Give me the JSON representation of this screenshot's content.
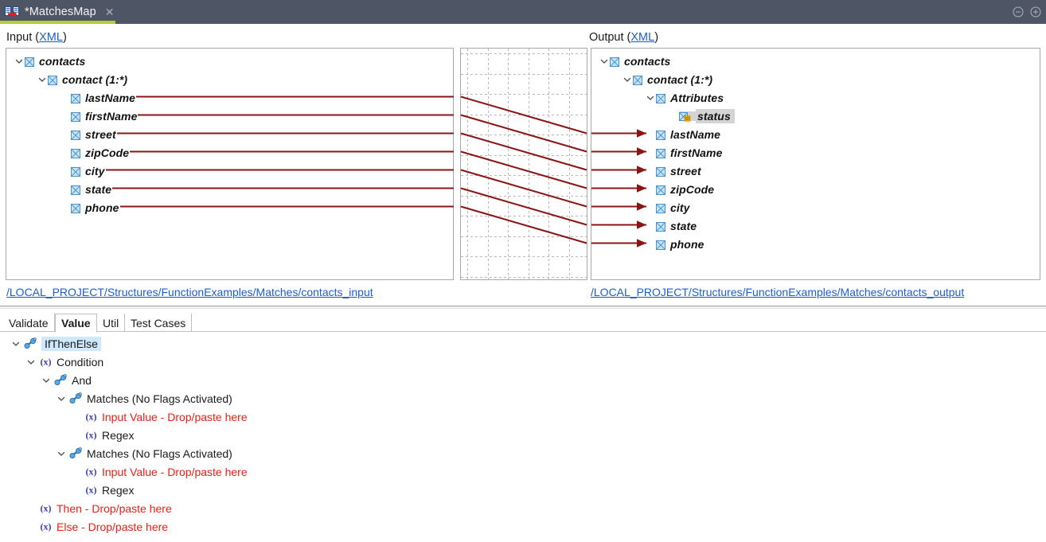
{
  "window": {
    "tab_title": "*MatchesMap",
    "tab_icon": "map-structures-icon",
    "close_label": "✕",
    "minimize_icon": "minimize-circle-icon",
    "maximize_icon": "maximize-circle-icon",
    "accent_color": "#b5cc32",
    "titlebar_color": "#4e5564"
  },
  "panels": {
    "input": {
      "header_prefix": "Input (",
      "header_link": "XML",
      "header_suffix": ")",
      "path": "/LOCAL_PROJECT/Structures/FunctionExamples/Matches/contacts_input",
      "nodes": [
        {
          "label": "contacts",
          "depth": 0,
          "expandable": true,
          "expanded": true,
          "icon": "element-icon",
          "wire": false
        },
        {
          "label": "contact (1:*)",
          "depth": 1,
          "expandable": true,
          "expanded": true,
          "icon": "element-icon",
          "wire": false
        },
        {
          "label": "lastName",
          "depth": 2,
          "expandable": false,
          "expanded": false,
          "icon": "element-icon",
          "wire": true
        },
        {
          "label": "firstName",
          "depth": 2,
          "expandable": false,
          "expanded": false,
          "icon": "element-icon",
          "wire": true
        },
        {
          "label": "street",
          "depth": 2,
          "expandable": false,
          "expanded": false,
          "icon": "element-icon",
          "wire": true
        },
        {
          "label": "zipCode",
          "depth": 2,
          "expandable": false,
          "expanded": false,
          "icon": "element-icon",
          "wire": true
        },
        {
          "label": "city",
          "depth": 2,
          "expandable": false,
          "expanded": false,
          "icon": "element-icon",
          "wire": true
        },
        {
          "label": "state",
          "depth": 2,
          "expandable": false,
          "expanded": false,
          "icon": "element-icon",
          "wire": true
        },
        {
          "label": "phone",
          "depth": 2,
          "expandable": false,
          "expanded": false,
          "icon": "element-icon",
          "wire": true
        }
      ]
    },
    "output": {
      "header_prefix": "Output (",
      "header_link": "XML",
      "header_suffix": ")",
      "path": "/LOCAL_PROJECT/Structures/FunctionExamples/Matches/contacts_output",
      "nodes": [
        {
          "label": "contacts",
          "depth": 0,
          "expandable": true,
          "expanded": true,
          "icon": "element-icon",
          "wire": false,
          "selected": false
        },
        {
          "label": "contact (1:*)",
          "depth": 1,
          "expandable": true,
          "expanded": true,
          "icon": "element-icon",
          "wire": false,
          "selected": false
        },
        {
          "label": "Attributes",
          "depth": 2,
          "expandable": true,
          "expanded": true,
          "icon": "element-icon",
          "wire": false,
          "selected": false
        },
        {
          "label": "status",
          "depth": 3,
          "expandable": false,
          "expanded": false,
          "icon": "attribute-icon",
          "wire": false,
          "selected": true
        },
        {
          "label": "lastName",
          "depth": 2,
          "expandable": false,
          "expanded": false,
          "icon": "element-icon",
          "wire": true,
          "selected": false
        },
        {
          "label": "firstName",
          "depth": 2,
          "expandable": false,
          "expanded": false,
          "icon": "element-icon",
          "wire": true,
          "selected": false
        },
        {
          "label": "street",
          "depth": 2,
          "expandable": false,
          "expanded": false,
          "icon": "element-icon",
          "wire": true,
          "selected": false
        },
        {
          "label": "zipCode",
          "depth": 2,
          "expandable": false,
          "expanded": false,
          "icon": "element-icon",
          "wire": true,
          "selected": false
        },
        {
          "label": "city",
          "depth": 2,
          "expandable": false,
          "expanded": false,
          "icon": "element-icon",
          "wire": true,
          "selected": false
        },
        {
          "label": "state",
          "depth": 2,
          "expandable": false,
          "expanded": false,
          "icon": "element-icon",
          "wire": true,
          "selected": false
        },
        {
          "label": "phone",
          "depth": 2,
          "expandable": false,
          "expanded": false,
          "icon": "element-icon",
          "wire": true,
          "selected": false
        }
      ]
    },
    "mapping": {
      "line_color": "#8b1414",
      "grid_color": "#b9b9b9",
      "connections": [
        {
          "from": "lastName",
          "to": "lastName"
        },
        {
          "from": "firstName",
          "to": "firstName"
        },
        {
          "from": "street",
          "to": "street"
        },
        {
          "from": "zipCode",
          "to": "zipCode"
        },
        {
          "from": "city",
          "to": "city"
        },
        {
          "from": "state",
          "to": "state"
        },
        {
          "from": "phone",
          "to": "phone"
        }
      ]
    }
  },
  "bottom": {
    "tabs": [
      {
        "label": "Validate",
        "active": false
      },
      {
        "label": "Value",
        "active": true
      },
      {
        "label": "Util",
        "active": false
      },
      {
        "label": "Test Cases",
        "active": false
      }
    ],
    "tree": [
      {
        "label": "IfThenElse",
        "depth": 0,
        "expandable": true,
        "expanded": true,
        "icon": "function-icon",
        "red": false,
        "highlighted": true
      },
      {
        "label": "Condition",
        "depth": 1,
        "expandable": true,
        "expanded": true,
        "icon": "variable-icon",
        "red": false,
        "highlighted": false
      },
      {
        "label": "And",
        "depth": 2,
        "expandable": true,
        "expanded": true,
        "icon": "function-icon",
        "red": false,
        "highlighted": false
      },
      {
        "label": "Matches (No Flags Activated)",
        "depth": 3,
        "expandable": true,
        "expanded": true,
        "icon": "function-icon",
        "red": false,
        "highlighted": false
      },
      {
        "label": "Input Value - Drop/paste here",
        "depth": 4,
        "expandable": false,
        "expanded": false,
        "icon": "variable-icon",
        "red": true,
        "highlighted": false
      },
      {
        "label": "Regex",
        "depth": 4,
        "expandable": false,
        "expanded": false,
        "icon": "variable-icon",
        "red": false,
        "highlighted": false
      },
      {
        "label": "Matches (No Flags Activated)",
        "depth": 3,
        "expandable": true,
        "expanded": true,
        "icon": "function-icon",
        "red": false,
        "highlighted": false
      },
      {
        "label": "Input Value - Drop/paste here",
        "depth": 4,
        "expandable": false,
        "expanded": false,
        "icon": "variable-icon",
        "red": true,
        "highlighted": false
      },
      {
        "label": "Regex",
        "depth": 4,
        "expandable": false,
        "expanded": false,
        "icon": "variable-icon",
        "red": false,
        "highlighted": false
      },
      {
        "label": "Then - Drop/paste here",
        "depth": 1,
        "expandable": false,
        "expanded": false,
        "icon": "variable-icon",
        "red": true,
        "highlighted": false
      },
      {
        "label": "Else - Drop/paste here",
        "depth": 1,
        "expandable": false,
        "expanded": false,
        "icon": "variable-icon",
        "red": true,
        "highlighted": false
      }
    ]
  }
}
